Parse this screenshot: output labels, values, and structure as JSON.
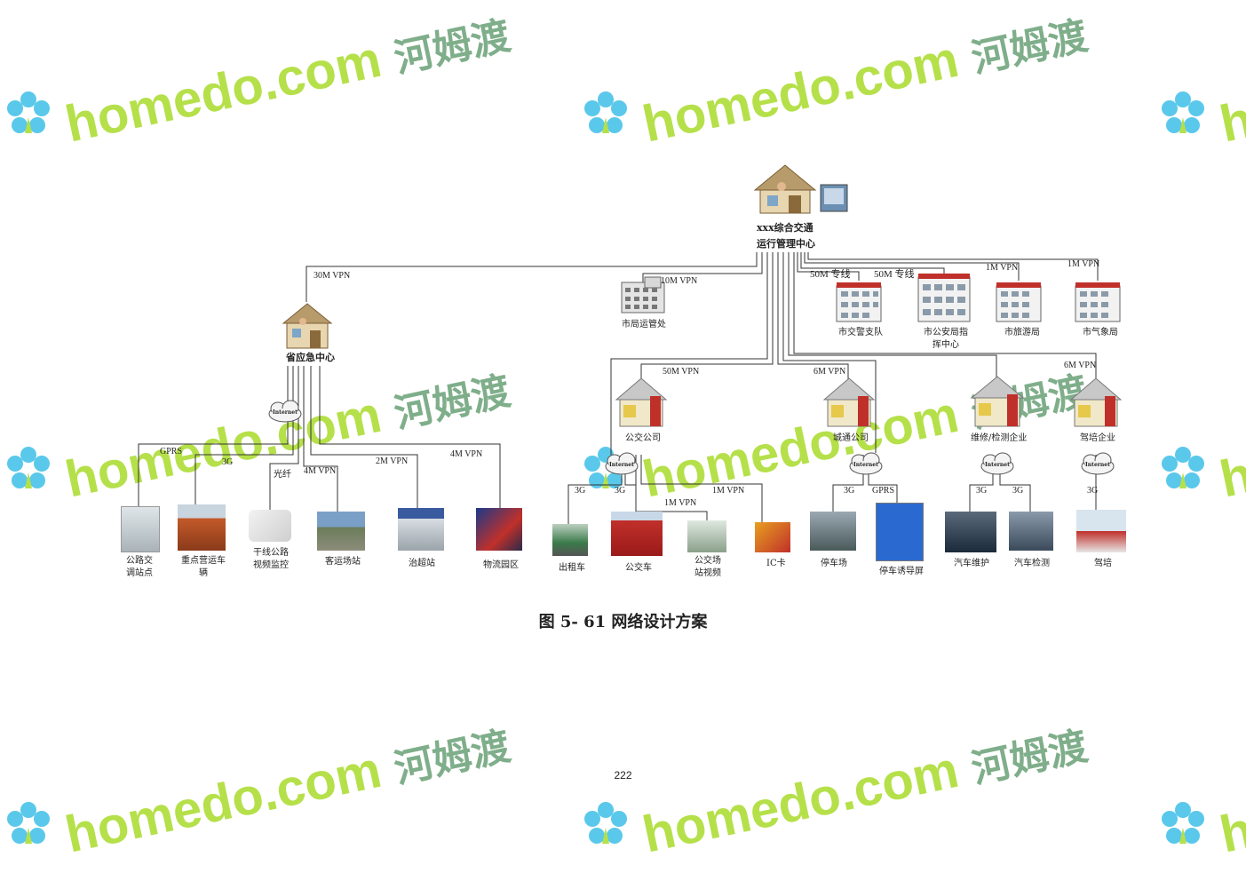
{
  "diagram": {
    "center": {
      "line1": "xxx综合交通",
      "line2": "运行管理中心"
    },
    "province": "省应急中心",
    "city_ops": "市局运管处",
    "agencies": [
      {
        "label": "市交警支队"
      },
      {
        "label": "市公安局指挥中心"
      },
      {
        "label": "市旅游局"
      },
      {
        "label": "市气象局"
      }
    ],
    "companies": [
      {
        "label": "公交公司"
      },
      {
        "label": "城通公司"
      },
      {
        "label": "维修/检测企业"
      },
      {
        "label": "驾培企业"
      }
    ],
    "endpoints": [
      {
        "label": "公路交调站点"
      },
      {
        "label": "重点营运车辆"
      },
      {
        "label": "干线公路视频监控"
      },
      {
        "label": "客运场站"
      },
      {
        "label": "治超站"
      },
      {
        "label": "物流园区"
      },
      {
        "label": "出租车"
      },
      {
        "label": "公交车"
      },
      {
        "label": "公交场站视频"
      },
      {
        "label": "IC卡"
      },
      {
        "label": "停车场"
      },
      {
        "label": "停车诱导屏"
      },
      {
        "label": "汽车维护"
      },
      {
        "label": "汽车检测"
      },
      {
        "label": "驾培"
      }
    ],
    "links": {
      "vpn30": "30M VPN",
      "vpn10": "10M VPN",
      "line50a": "50M 专线",
      "line50b": "50M 专线",
      "vpn1a": "1M VPN",
      "vpn1b": "1M VPN",
      "vpn50": "50M VPN",
      "vpn6a": "6M VPN",
      "vpn6b": "6M VPN",
      "gprs1": "GPRS",
      "g3a": "3G",
      "fiber": "光纤",
      "vpn4a": "4M VPN",
      "vpn2": "2M VPN",
      "vpn4b": "4M VPN",
      "g3b": "3G",
      "g3c": "3G",
      "vpn1c": "1M VPN",
      "vpn1d": "1M VPN",
      "g3d": "3G",
      "gprs2": "GPRS",
      "g3e": "3G",
      "g3f": "3G",
      "g3g": "3G"
    },
    "cloud_label": "Internet",
    "caption": "图 5- 61 网络设计方案",
    "page_number": "222"
  },
  "watermark": {
    "brand": "homedo.com",
    "cn": "河姆渡"
  }
}
